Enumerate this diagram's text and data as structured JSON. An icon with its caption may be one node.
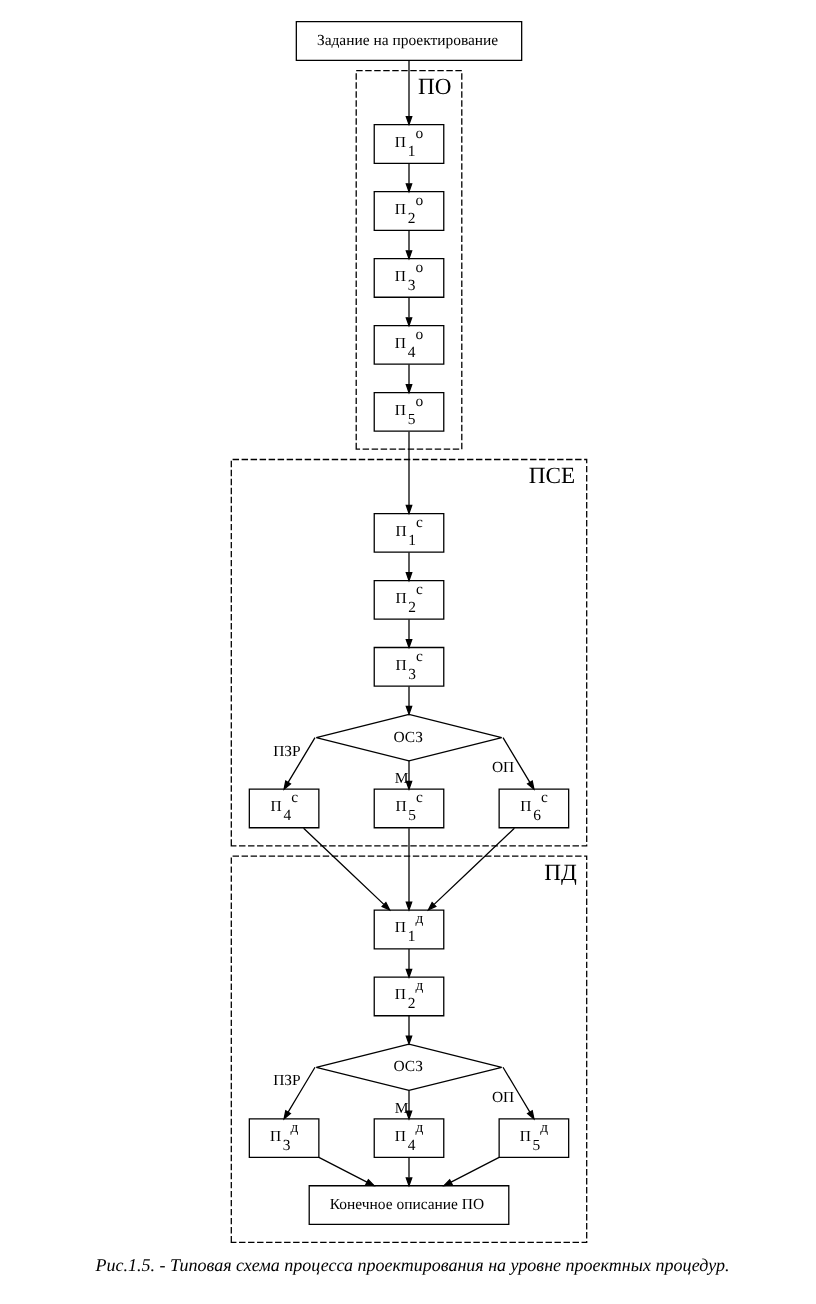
{
  "diagram": {
    "caption": "Рис.1.5. - Типовая схема процесса проектирования на уровне проектных процедур.",
    "nodes": [
      {
        "text": [
          "Задание на проектирование"
        ]
      },
      {
        "text": [
          "ПО"
        ]
      },
      {
        "text": [
          "П$_{1}$$^{о}$"
        ],
        "in": 1
      },
      {
        "text": [
          "П$_{2}$$^{о}$"
        ],
        "in": 1
      },
      {
        "text": [
          "П$_{3}$$^{о}$"
        ],
        "in": 1
      },
      {
        "text": [
          "П$_{4}$$^{о}$"
        ],
        "in": 1
      },
      {
        "text": [
          "П$_{5}$$^{о}$"
        ],
        "in": 1
      },
      {
        "text": [
          "ПСЕ"
        ]
      },
      {
        "text": [
          "П$_{1}$$^{с}$"
        ],
        "in": 7
      },
      {
        "text": [
          "П$_{2}$$^{с}$"
        ],
        "in": 7
      },
      {
        "text": [
          "П$_{3}$$^{с}$"
        ],
        "in": 7
      },
      {
        "text": [
          "ОСЗ"
        ],
        "in": 7
      },
      {
        "text": [
          "П$_{4}$$^{с}$"
        ],
        "in": 7
      },
      {
        "text": [
          "П$_{5}$$^{с}$"
        ],
        "in": 7
      },
      {
        "text": [
          "П$_{6}$$^{с}$"
        ],
        "in": 7
      },
      {
        "text": [
          "ПД"
        ]
      },
      {
        "text": [
          "П$_{1}$$^{д}$"
        ],
        "in": 15
      },
      {
        "text": [
          "П$_{2}$$^{д}$"
        ],
        "in": 15
      },
      {
        "text": [
          "ОСЗ"
        ],
        "in": 15
      },
      {
        "text": [
          "П$_{3}$$^{д}$"
        ],
        "in": 15
      },
      {
        "text": [
          "П$_{4}$$^{д}$"
        ],
        "in": 15
      },
      {
        "text": [
          "П$_{5}$$^{д}$"
        ],
        "in": 15
      },
      {
        "text": [
          "Конечное описание ПО"
        ],
        "in": 15
      }
    ],
    "edges": [
      {
        "from": 0,
        "to": 2,
        "arrow": "to"
      },
      {
        "from": 2,
        "to": 3,
        "arrow": "to"
      },
      {
        "from": 3,
        "to": 4,
        "arrow": "to"
      },
      {
        "from": 4,
        "to": 5,
        "arrow": "to"
      },
      {
        "from": 5,
        "to": 6,
        "arrow": "to"
      },
      {
        "from": 6,
        "to": 8,
        "arrow": "to"
      },
      {
        "from": 8,
        "to": 9,
        "arrow": "to"
      },
      {
        "from": 9,
        "to": 10,
        "arrow": "to"
      },
      {
        "from": 10,
        "to": 11,
        "arrow": "to"
      },
      {
        "from": 11,
        "to": 12,
        "arrow": "to",
        "label": "ПЗР"
      },
      {
        "from": 11,
        "to": 13,
        "arrow": "to",
        "label": "М"
      },
      {
        "from": 11,
        "to": 14,
        "arrow": "to",
        "label": "ОП"
      },
      {
        "from": 12,
        "to": 16,
        "arrow": "to"
      },
      {
        "from": 13,
        "to": 16,
        "arrow": "to"
      },
      {
        "from": 14,
        "to": 16,
        "arrow": "to"
      },
      {
        "from": 16,
        "to": 17,
        "arrow": "to"
      },
      {
        "from": 17,
        "to": 18,
        "arrow": "to"
      },
      {
        "from": 18,
        "to": 19,
        "arrow": "to",
        "label": "ПЗР"
      },
      {
        "from": 18,
        "to": 20,
        "arrow": "to",
        "label": "М"
      },
      {
        "from": 18,
        "to": 21,
        "arrow": "to",
        "label": "ОП"
      },
      {
        "from": 19,
        "to": 22,
        "arrow": "to"
      },
      {
        "from": 20,
        "to": 22,
        "arrow": "to"
      },
      {
        "from": 21,
        "to": 22,
        "arrow": "to"
      }
    ]
  }
}
